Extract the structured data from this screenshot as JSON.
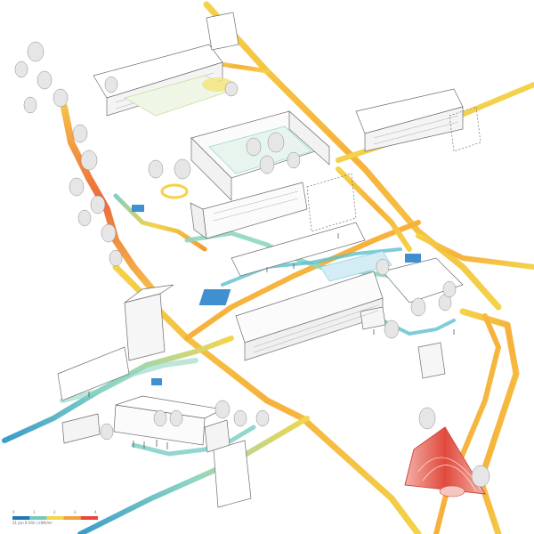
{
  "legend": {
    "ticks": [
      "0",
      "1",
      "2",
      "3",
      "4"
    ],
    "caption": "21 Jun 0-24h | kWh/m²",
    "colors": [
      "#1f78b4",
      "#76c7c0",
      "#f2d64b",
      "#f6a03c",
      "#e8453c"
    ]
  },
  "colors": {
    "cold": "#2f86c9",
    "cool": "#7fd0c6",
    "mid": "#f4d24a",
    "warm": "#f39a33",
    "hot": "#e4473d",
    "building_line": "#6e6e6e",
    "tree_fill": "#e6e6e6",
    "plaza_blue": "#3f8fd1"
  }
}
